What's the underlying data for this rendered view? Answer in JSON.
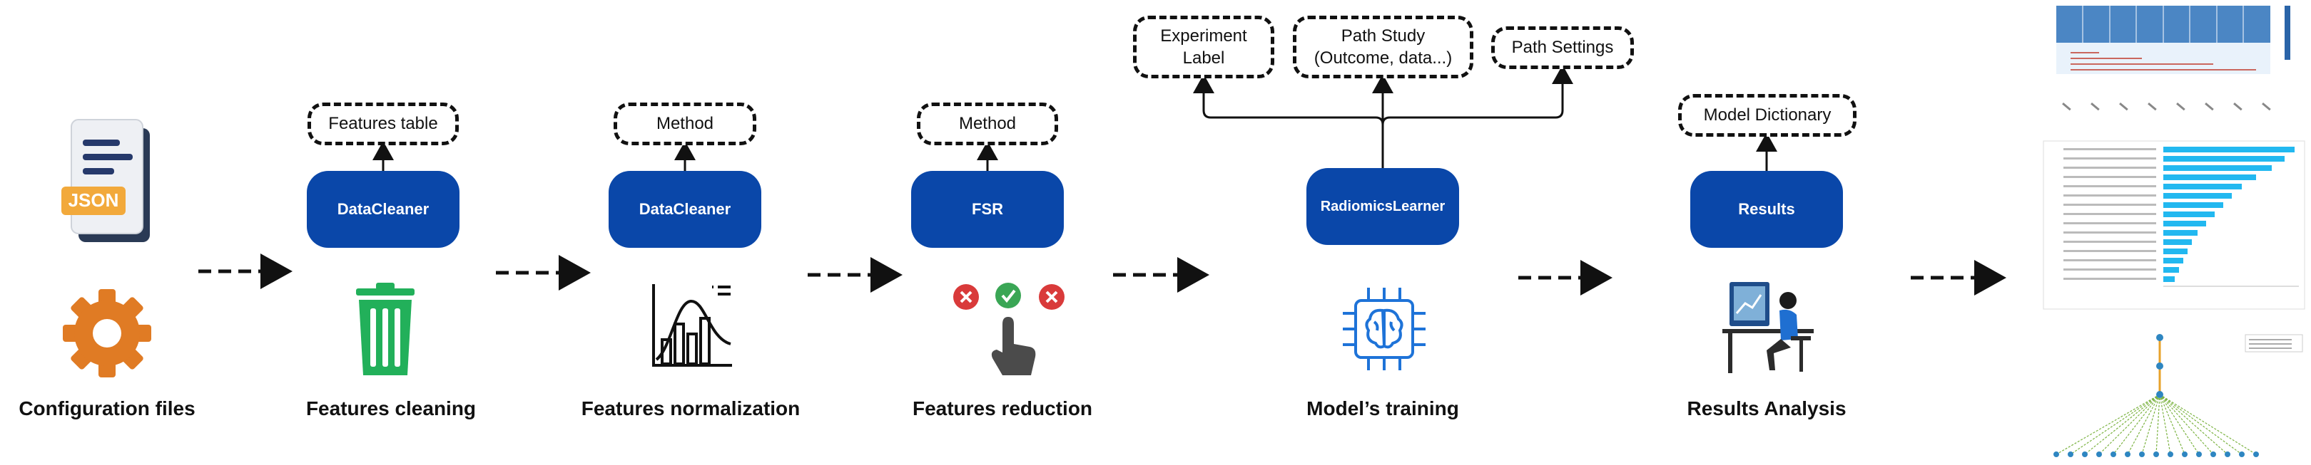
{
  "stages": [
    {
      "id": "config",
      "label": "Configuration files"
    },
    {
      "id": "cleaning",
      "label": "Features cleaning",
      "module": "DataCleaner",
      "output": "Features table"
    },
    {
      "id": "normalization",
      "label": "Features normalization",
      "module": "DataCleaner",
      "output": "Method"
    },
    {
      "id": "reduction",
      "label": "Features reduction",
      "module": "FSR",
      "output": "Method"
    },
    {
      "id": "training",
      "label": "Model’s training",
      "module": "RadiomicsLearner",
      "outputs": [
        "Experiment Label",
        "Path Study (Outcome, data...)",
        "Path Settings"
      ]
    },
    {
      "id": "analysis",
      "label": "Results Analysis",
      "module": "Results",
      "output": "Model Dictionary"
    }
  ],
  "icons": {
    "json_file": "JSON",
    "colors": {
      "module_blue": "#0a47a9",
      "gear_orange": "#e07b24",
      "trash_green": "#22b05a",
      "check_green": "#3aa655",
      "cross_red": "#d93a3a",
      "brain_blue": "#1e73d8",
      "bar_cyan": "#22b8f0"
    }
  }
}
